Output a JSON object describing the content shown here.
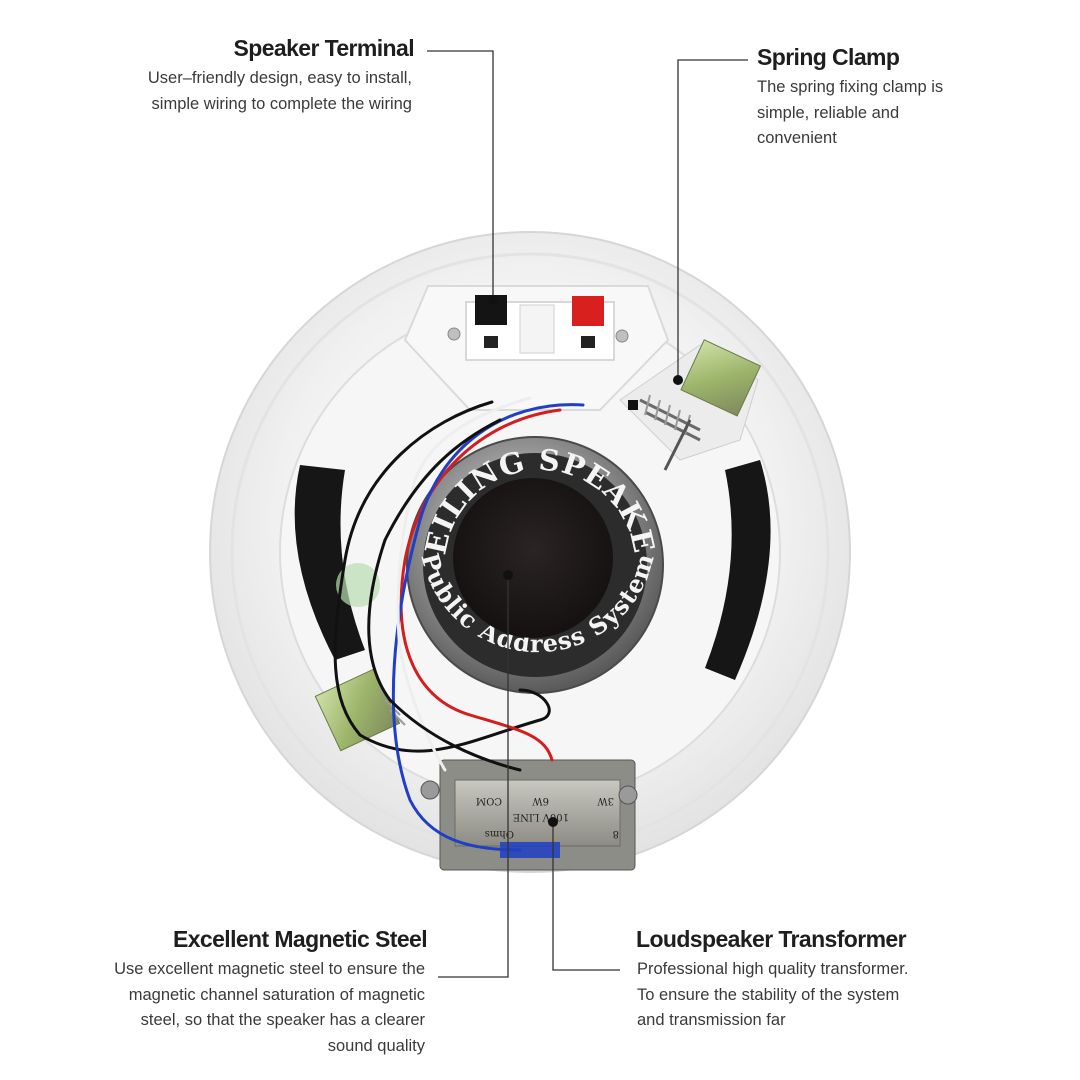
{
  "callouts": {
    "speaker_terminal": {
      "title": "Speaker Terminal",
      "lines": [
        "User–friendly design, easy to install,",
        "simple wiring to complete the wiring"
      ]
    },
    "spring_clamp": {
      "title": "Spring Clamp",
      "lines": [
        "The spring fixing clamp is",
        "simple, reliable and",
        "convenient"
      ]
    },
    "magnetic_steel": {
      "title": "Excellent Magnetic Steel",
      "lines": [
        "Use excellent magnetic steel to ensure the",
        "magnetic channel saturation of magnetic",
        "steel, so that the speaker has a clearer",
        "sound quality"
      ]
    },
    "transformer": {
      "title": "Loudspeaker Transformer",
      "lines": [
        "Professional high quality transformer.",
        "To ensure the stability of the system",
        "and transmission far"
      ]
    }
  },
  "product": {
    "label_top": "CEILING SPEAKER",
    "label_bottom": "Public Address System",
    "transformer_labels": {
      "ohms": "Ohms",
      "eight": "8",
      "line": "100V LINE",
      "com": "COM",
      "six_w": "6W",
      "three_w": "3W"
    }
  },
  "colors": {
    "title": "#1e1e1e",
    "text": "#3a3a3a",
    "housing": "#f1f1f1",
    "terminal_red": "#d8201e",
    "wire_blue": "#1f3fc4",
    "wire_red": "#d41d1d"
  }
}
